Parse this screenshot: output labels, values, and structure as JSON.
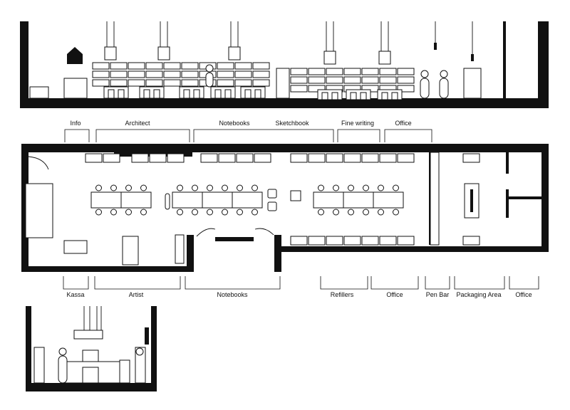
{
  "zones_top": [
    {
      "id": "info",
      "label": "Info"
    },
    {
      "id": "architect",
      "label": "Architect"
    },
    {
      "id": "notebooks",
      "label": "Notebooks"
    },
    {
      "id": "sketchbook",
      "label": "Sketchbook"
    },
    {
      "id": "fine-writing",
      "label": "Fine writing"
    },
    {
      "id": "office",
      "label": "Office"
    }
  ],
  "zones_bottom": [
    {
      "id": "kassa",
      "label": "Kassa"
    },
    {
      "id": "artist",
      "label": "Artist"
    },
    {
      "id": "notebooks",
      "label": "Notebooks"
    },
    {
      "id": "refillers",
      "label": "Refillers"
    },
    {
      "id": "office",
      "label": "Office"
    },
    {
      "id": "pen-bar",
      "label": "Pen Bar"
    },
    {
      "id": "packaging-area",
      "label": "Packaging Area"
    },
    {
      "id": "office-2",
      "label": "Office"
    }
  ],
  "colors": {
    "ink": "#111111",
    "paper": "#ffffff"
  }
}
